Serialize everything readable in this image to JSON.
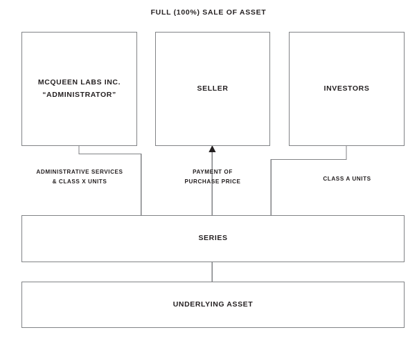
{
  "diagram": {
    "title": "FULL (100%) SALE OF ASSET",
    "type": "flow-diagram",
    "background_color": "#ffffff",
    "line_color": "#808285",
    "text_color": "#231f20",
    "nodes": [
      {
        "id": "administrator",
        "label": "MCQUEEN LABS INC.\n“ADMINISTRATOR”",
        "shape": "rectangle"
      },
      {
        "id": "seller",
        "label": "SELLER",
        "shape": "rectangle"
      },
      {
        "id": "investors",
        "label": "INVESTORS",
        "shape": "rectangle"
      },
      {
        "id": "series",
        "label": "SERIES",
        "shape": "rectangle"
      },
      {
        "id": "underlying_asset",
        "label": "UNDERLYING ASSET",
        "shape": "rectangle"
      }
    ],
    "edges": [
      {
        "id": "admin-to-series",
        "from": "administrator",
        "to": "series",
        "label": "ADMINISTRATIVE SERVICES\n& CLASS X UNITS",
        "arrow": false
      },
      {
        "id": "series-to-seller",
        "from": "series",
        "to": "seller",
        "label": "PAYMENT OF\nPURCHASE PRICE",
        "arrow": true
      },
      {
        "id": "investors-to-series",
        "from": "investors",
        "to": "series",
        "label": "CLASS A UNITS",
        "arrow": false
      },
      {
        "id": "series-to-underlying-asset",
        "from": "series",
        "to": "underlying_asset",
        "label": "",
        "arrow": false
      }
    ]
  }
}
